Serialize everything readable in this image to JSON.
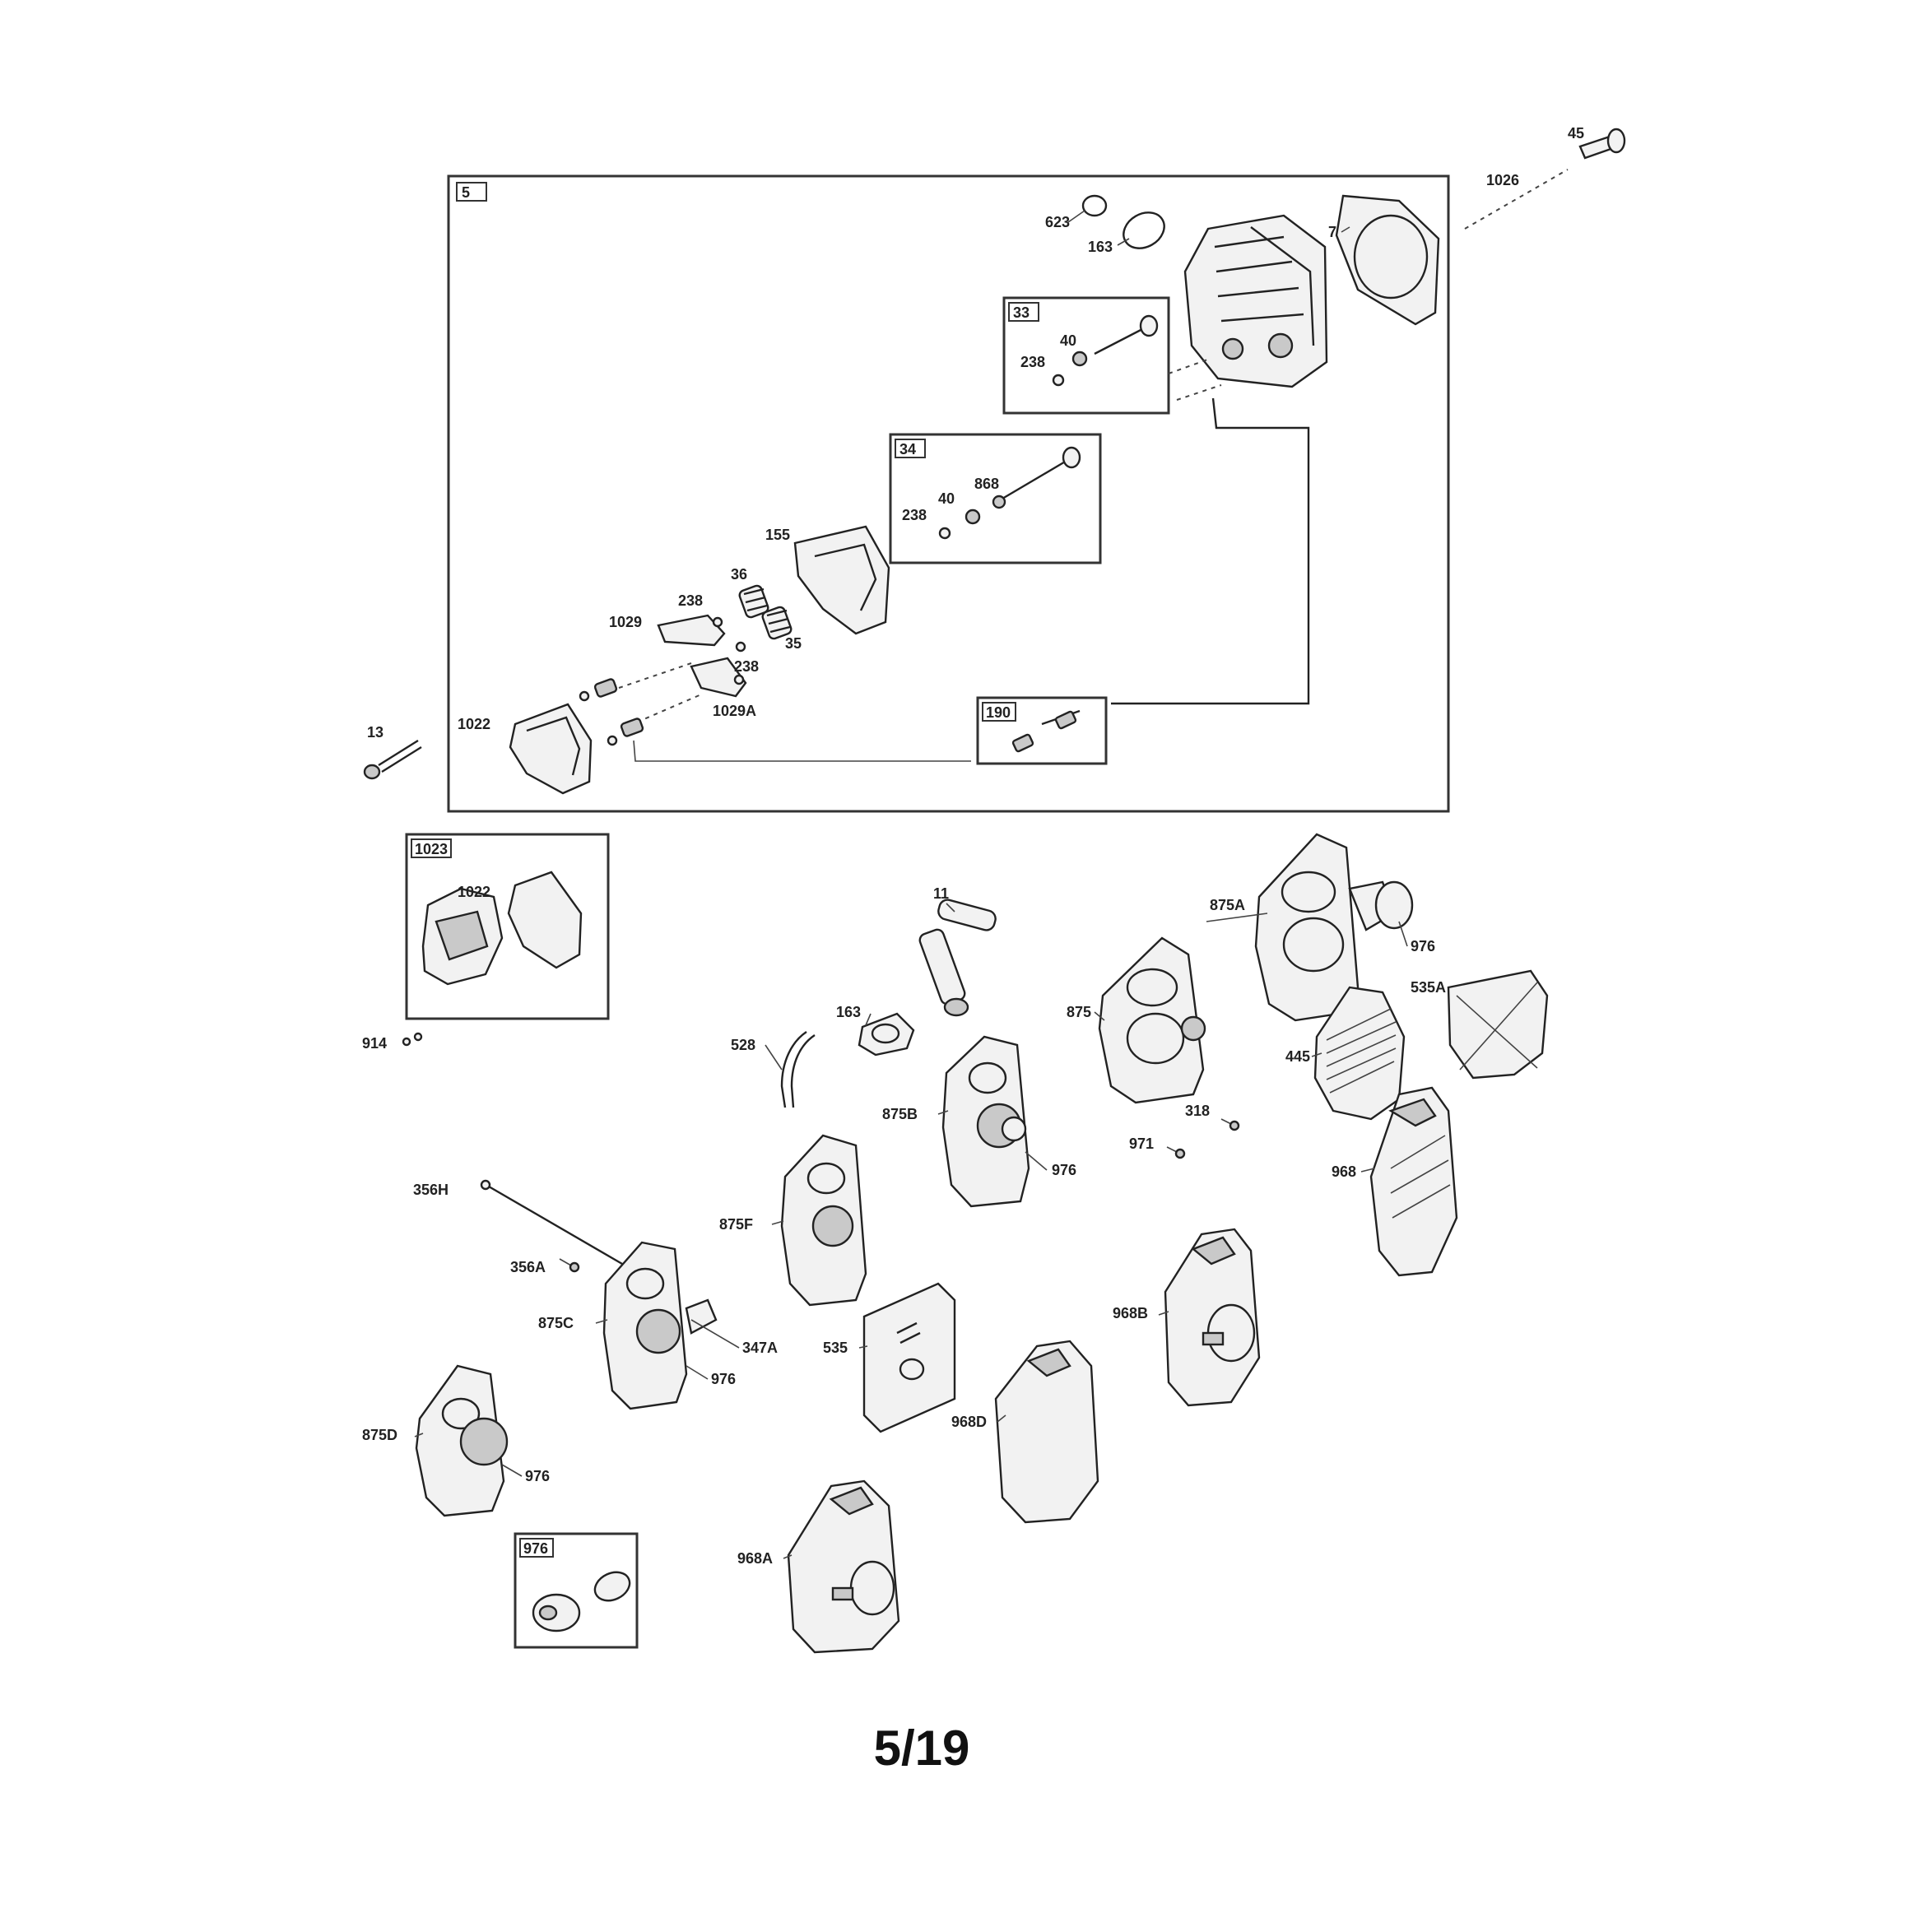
{
  "page_number": "5/19",
  "boxes": {
    "main": "5",
    "exhaust_valve": "33",
    "intake_valve": "34",
    "rocker_stud": "190",
    "muffler_kit": "1023",
    "air_filter_kit": "976"
  },
  "labels": {
    "p45": "45",
    "p1026": "1026",
    "p7": "7",
    "p623": "623",
    "p163_top": "163",
    "p40_top": "40",
    "p238_top": "238",
    "p868": "868",
    "p40_mid": "40",
    "p238_mid": "238",
    "p155": "155",
    "p36": "36",
    "p238_rocker": "238",
    "p1029": "1029",
    "p35": "35",
    "p238_low": "238",
    "p1029A": "1029A",
    "p1022": "1022",
    "p13": "13",
    "p1022_kit": "1022",
    "p914": "914",
    "p11": "11",
    "p163_mid": "163",
    "p528": "528",
    "p875": "875",
    "p875A": "875A",
    "p976_a": "976",
    "p535A": "535A",
    "p445": "445",
    "p318": "318",
    "p971": "971",
    "p875B": "875B",
    "p976_b": "976",
    "p968": "968",
    "p356H": "356H",
    "p875F": "875F",
    "p356A": "356A",
    "p875C": "875C",
    "p347A": "347A",
    "p976_c": "976",
    "p535": "535",
    "p968B": "968B",
    "p875D": "875D",
    "p976_d": "976",
    "p968D": "968D",
    "p968A": "968A"
  }
}
